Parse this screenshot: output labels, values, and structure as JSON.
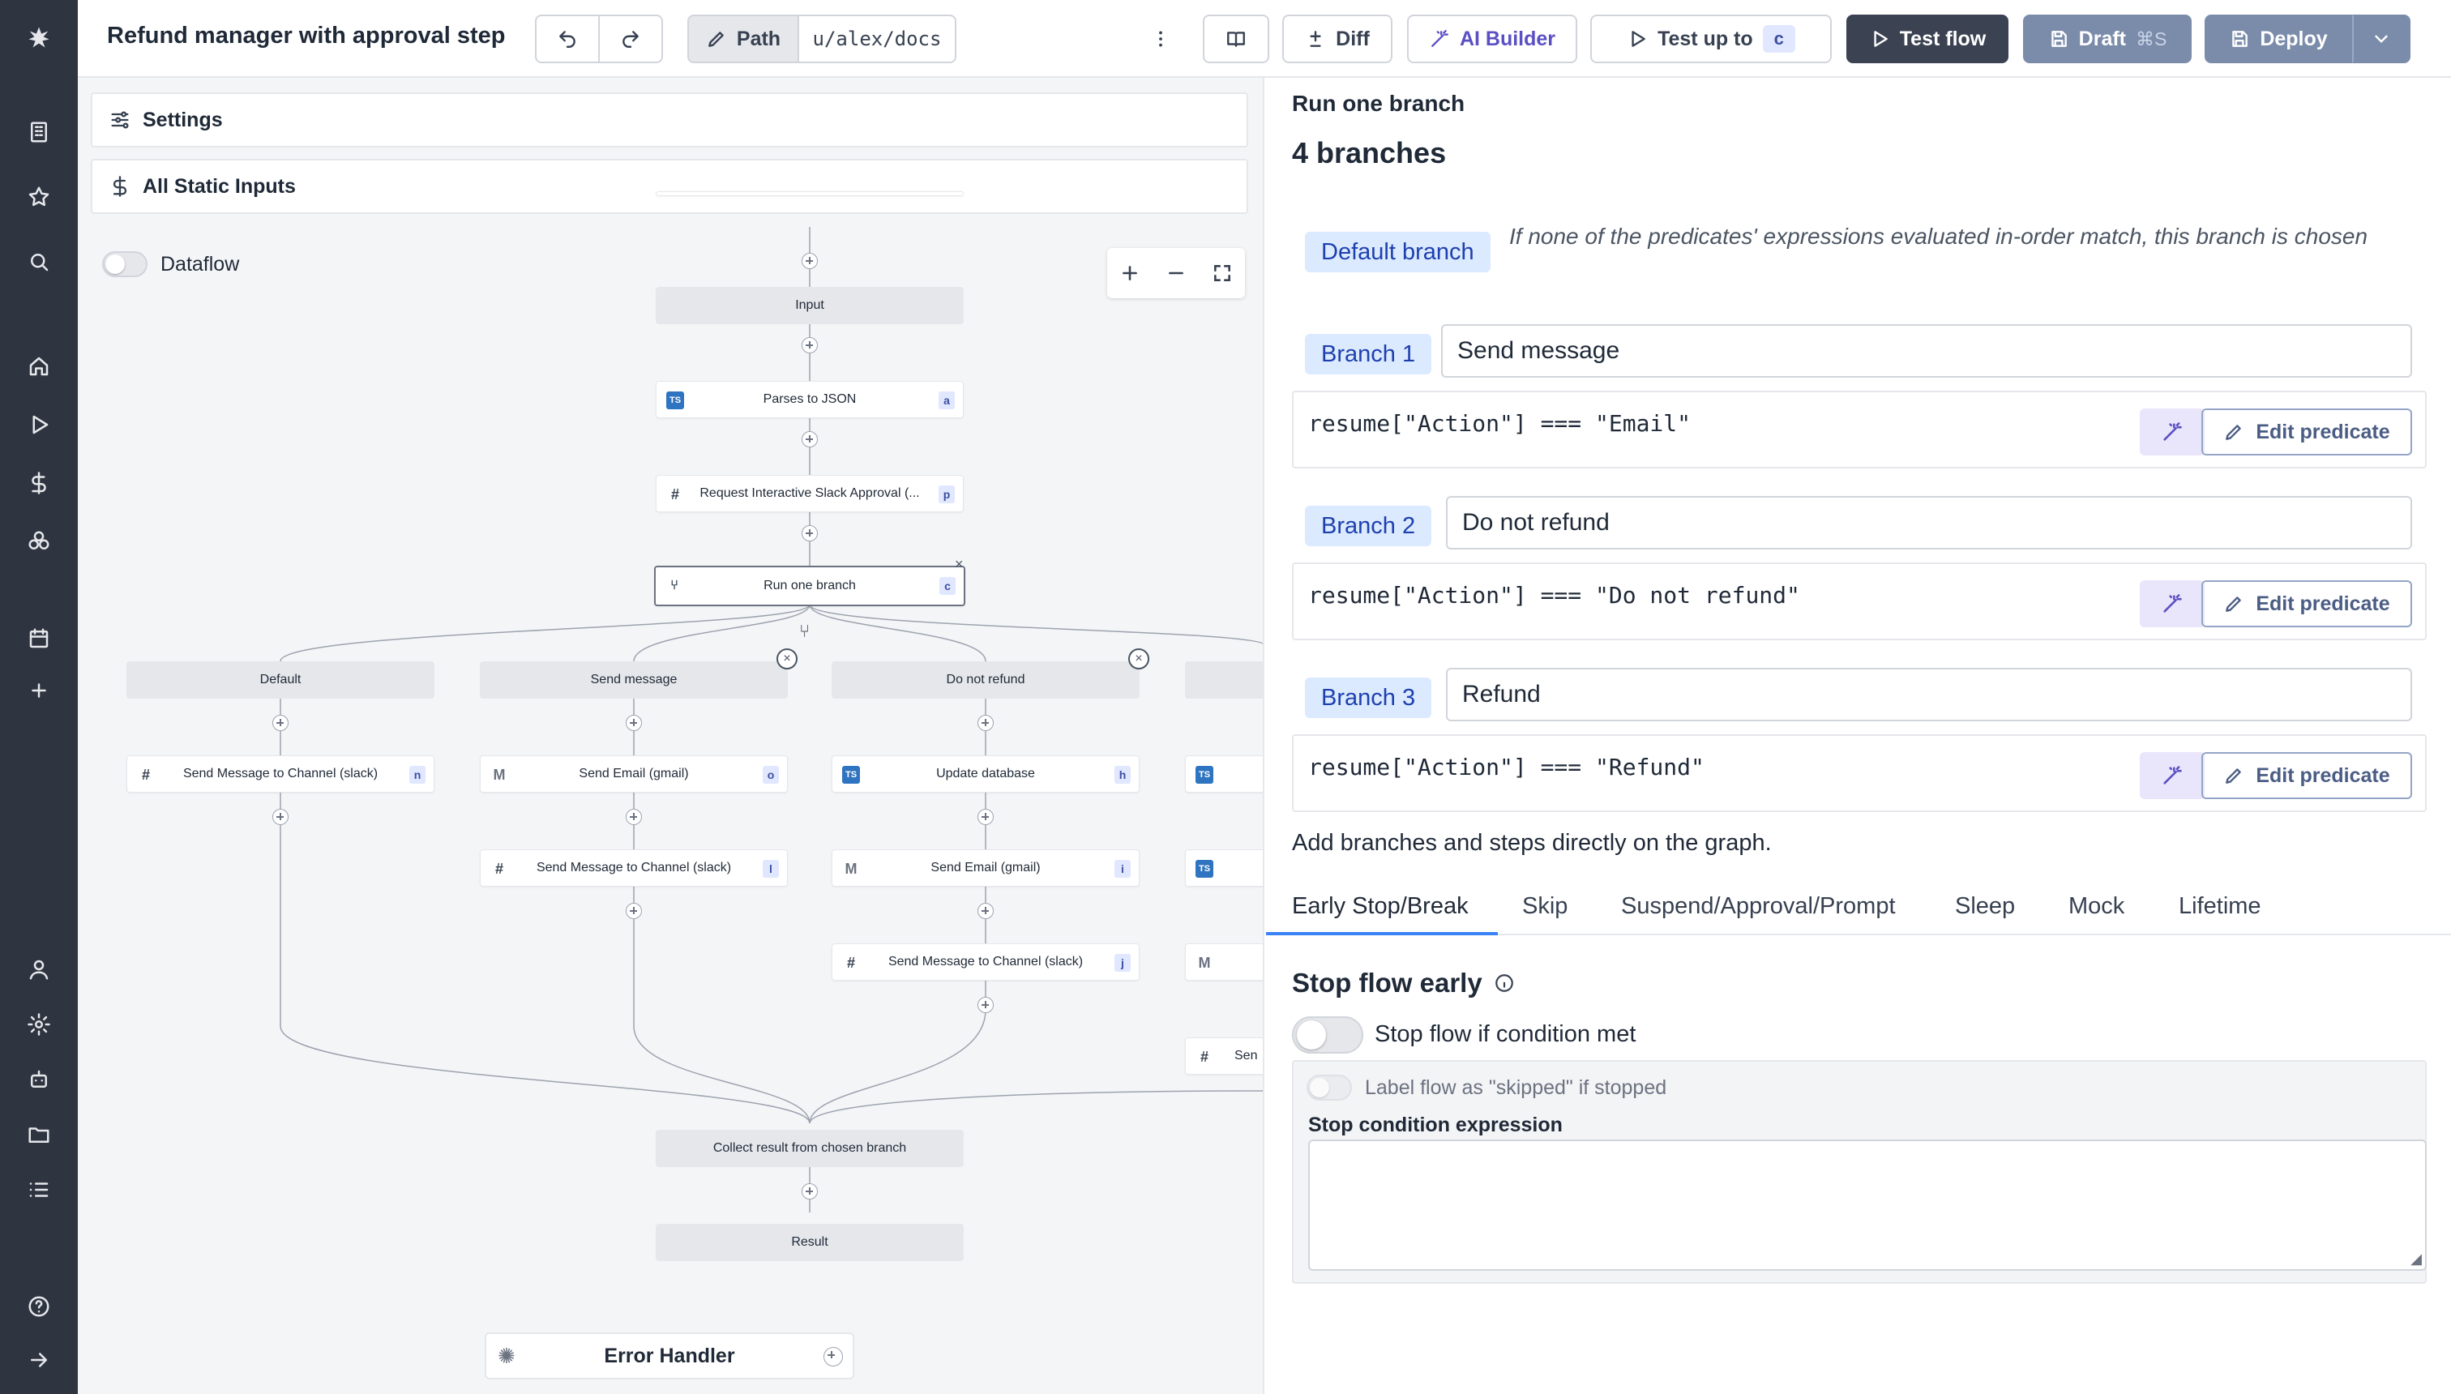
{
  "topbar": {
    "title": "Refund manager with approval step",
    "path_label": "Path",
    "path_value": "u/alex/docs",
    "diff_label": "Diff",
    "ai_builder_label": "AI Builder",
    "test_up_to_label": "Test up to",
    "test_up_to_key": "c",
    "test_flow_label": "Test flow",
    "draft_label": "Draft",
    "draft_shortcut": "⌘S",
    "deploy_label": "Deploy"
  },
  "left": {
    "settings_label": "Settings",
    "static_inputs_label": "All Static Inputs",
    "dataflow_label": "Dataflow",
    "error_handler_label": "Error Handler"
  },
  "graph": {
    "nodes": {
      "input": "Input",
      "parse": "Parses to JSON",
      "parse_id": "a",
      "slack_approval": "Request Interactive Slack Approval (...",
      "slack_approval_id": "p",
      "run_branch": "Run one branch",
      "run_branch_id": "c",
      "br_default": "Default",
      "br_send": "Send message",
      "br_notrefund": "Do not refund",
      "n_slack1": "Send Message to Channel (slack)",
      "n_slack1_id": "n",
      "n_email1": "Send Email (gmail)",
      "n_email1_id": "o",
      "n_slack2": "Send Message to Channel (slack)",
      "n_slack2_id": "l",
      "n_update": "Update database",
      "n_update_id": "h",
      "n_email2": "Send Email (gmail)",
      "n_email2_id": "i",
      "n_slack3": "Send Message to Channel (slack)",
      "n_slack3_id": "j",
      "n_partial": "Sen",
      "collect": "Collect result from chosen branch",
      "result": "Result"
    }
  },
  "right": {
    "heading": "Run one branch",
    "branches_count": "4 branches",
    "default_pill": "Default branch",
    "default_desc": "If none of the predicates' expressions evaluated in-order match, this branch is chosen",
    "branches": [
      {
        "pill": "Branch 1",
        "summary": "Send message",
        "expr": "resume[\"Action\"] === \"Email\"",
        "edit": "Edit predicate"
      },
      {
        "pill": "Branch 2",
        "summary": "Do not refund",
        "expr": "resume[\"Action\"] === \"Do not refund\"",
        "edit": "Edit predicate"
      },
      {
        "pill": "Branch 3",
        "summary": "Refund",
        "expr": "resume[\"Action\"] === \"Refund\"",
        "edit": "Edit predicate"
      }
    ],
    "add_note": "Add branches and steps directly on the graph.",
    "tabs": [
      "Early Stop/Break",
      "Skip",
      "Suspend/Approval/Prompt",
      "Sleep",
      "Mock",
      "Lifetime"
    ],
    "stop_title": "Stop flow early",
    "stop_toggle_label": "Stop flow if condition met",
    "skipped_label": "Label flow as \"skipped\" if stopped",
    "cond_label": "Stop condition expression"
  },
  "colors": {
    "sidebar": "#2e3440",
    "accent_blue": "#3b82f6",
    "ai_purple": "#5b4fc4",
    "pill_bg": "#dbeafe"
  }
}
